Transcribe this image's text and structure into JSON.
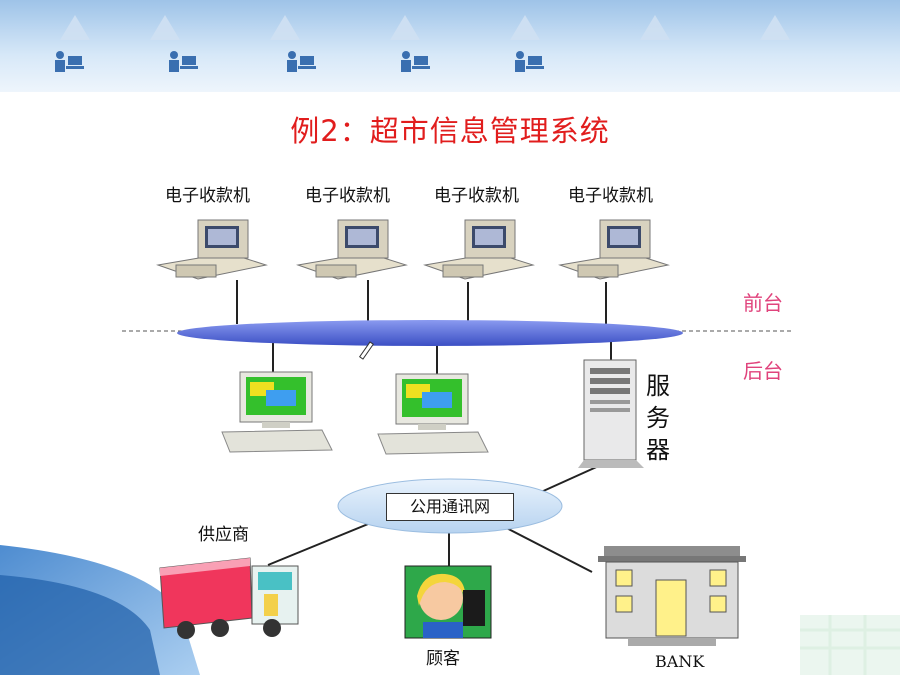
{
  "title": "例2：超市信息管理系统",
  "pos_terminals": [
    {
      "label": "电子收款机"
    },
    {
      "label": "电子收款机"
    },
    {
      "label": "电子收款机"
    },
    {
      "label": "电子收款机"
    }
  ],
  "zones": {
    "front": "前台",
    "back": "后台"
  },
  "server": {
    "label": "服务器"
  },
  "network": {
    "label": "公用通讯网"
  },
  "supplier": {
    "label": "供应商"
  },
  "customer": {
    "label": "顾客"
  },
  "bank": {
    "label": "BANK"
  },
  "colors": {
    "title": "#e11d1d",
    "zone_label": "#e0437c",
    "bus": "#5b6fd6",
    "network": "#cfe3f7"
  }
}
